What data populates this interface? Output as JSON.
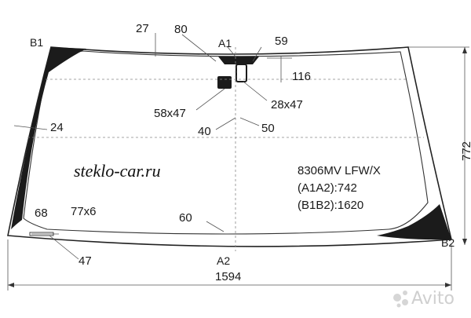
{
  "labels": {
    "b1": "B1",
    "b2": "B2",
    "a1": "A1",
    "a2": "A2"
  },
  "dimensions": {
    "d27": "27",
    "d80": "80",
    "d59": "59",
    "d116": "116",
    "d58x47": "58x47",
    "d28x47": "28x47",
    "d40": "40",
    "d50": "50",
    "d24": "24",
    "d68": "68",
    "d77x6": "77x6",
    "d60": "60",
    "d47": "47",
    "d1594": "1594",
    "d772": "772"
  },
  "spec": {
    "model": "8306MV LFW/X",
    "a1a2": "(A1A2):742",
    "b1b2": "(B1B2):1620"
  },
  "site": "steklo-car.ru",
  "watermark": "Avito",
  "colors": {
    "ink": "#1b1b1b",
    "watermark": "#cfcfcf"
  },
  "icons": {
    "watermark_logo": "avito-logo-icon"
  }
}
